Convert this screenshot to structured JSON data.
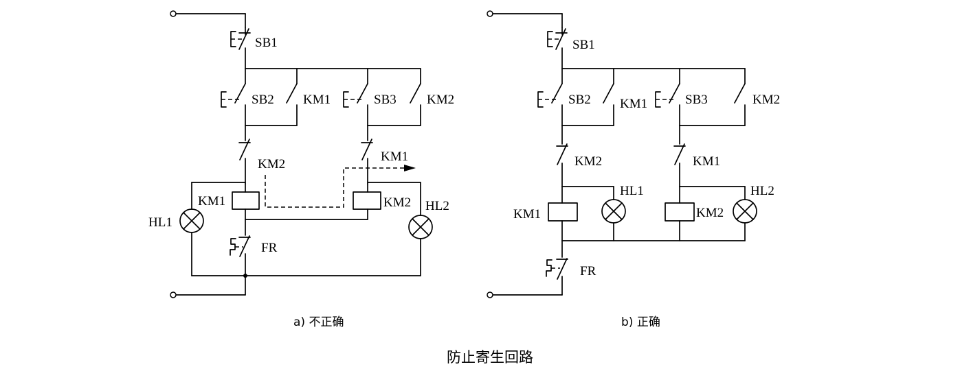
{
  "title": "防止寄生回路",
  "diagram_a": {
    "caption": "a) 不正确",
    "labels": {
      "sb1": "SB1",
      "sb2": "SB2",
      "km1_contact": "KM1",
      "sb3": "SB3",
      "km2_contact": "KM2",
      "km2_nc": "KM2",
      "km1_nc": "KM1",
      "km1_coil": "KM1",
      "km2_coil": "KM2",
      "hl1": "HL1",
      "hl2": "HL2",
      "fr": "FR"
    }
  },
  "diagram_b": {
    "caption": "b) 正确",
    "labels": {
      "sb1": "SB1",
      "sb2": "SB2",
      "km1_contact": "KM1",
      "sb3": "SB3",
      "km2_contact": "KM2",
      "km2_nc": "KM2",
      "km1_nc": "KM1",
      "km1_coil": "KM1",
      "km2_coil": "KM2",
      "hl1": "HL1",
      "hl2": "HL2",
      "fr": "FR"
    }
  }
}
